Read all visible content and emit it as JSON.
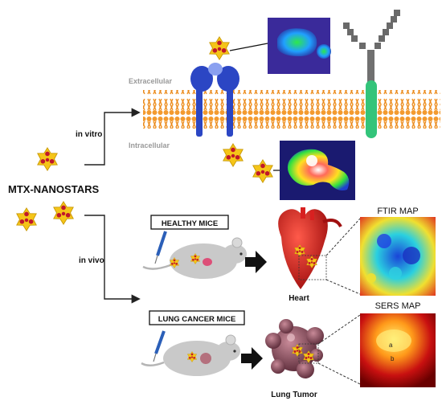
{
  "labels": {
    "main": "MTX-NANOSTARS",
    "in_vitro": "in vitro",
    "in_vivo": "in vivo",
    "extracellular": "Extracellular",
    "intracellular": "Intracellular",
    "healthy_mice": "HEALTHY MICE",
    "lung_cancer_mice": "LUNG CANCER MICE",
    "heart": "Heart",
    "lung_tumor": "Lung Tumor",
    "ftir_map": "FTIR MAP",
    "sers_map": "SERS MAP",
    "sers_point_a": "a",
    "sers_point_b": "b"
  },
  "colors": {
    "nanostar_body": "#f5c518",
    "nanostar_dot": "#c0182a",
    "membrane": "#f39a2e",
    "receptor": "#2b46c4",
    "antibody": "#6e6e6e",
    "channel": "#33c47a",
    "heart": "#d82020",
    "tumor": "#8a5060",
    "mouse": "#c9c9c9",
    "syringe": "#2b5fb8"
  },
  "icons": [
    "nanostar-icon",
    "receptor-icon",
    "antibody-icon",
    "mouse-icon",
    "heart-icon",
    "tumor-icon",
    "syringe-icon",
    "arrow-icon"
  ]
}
